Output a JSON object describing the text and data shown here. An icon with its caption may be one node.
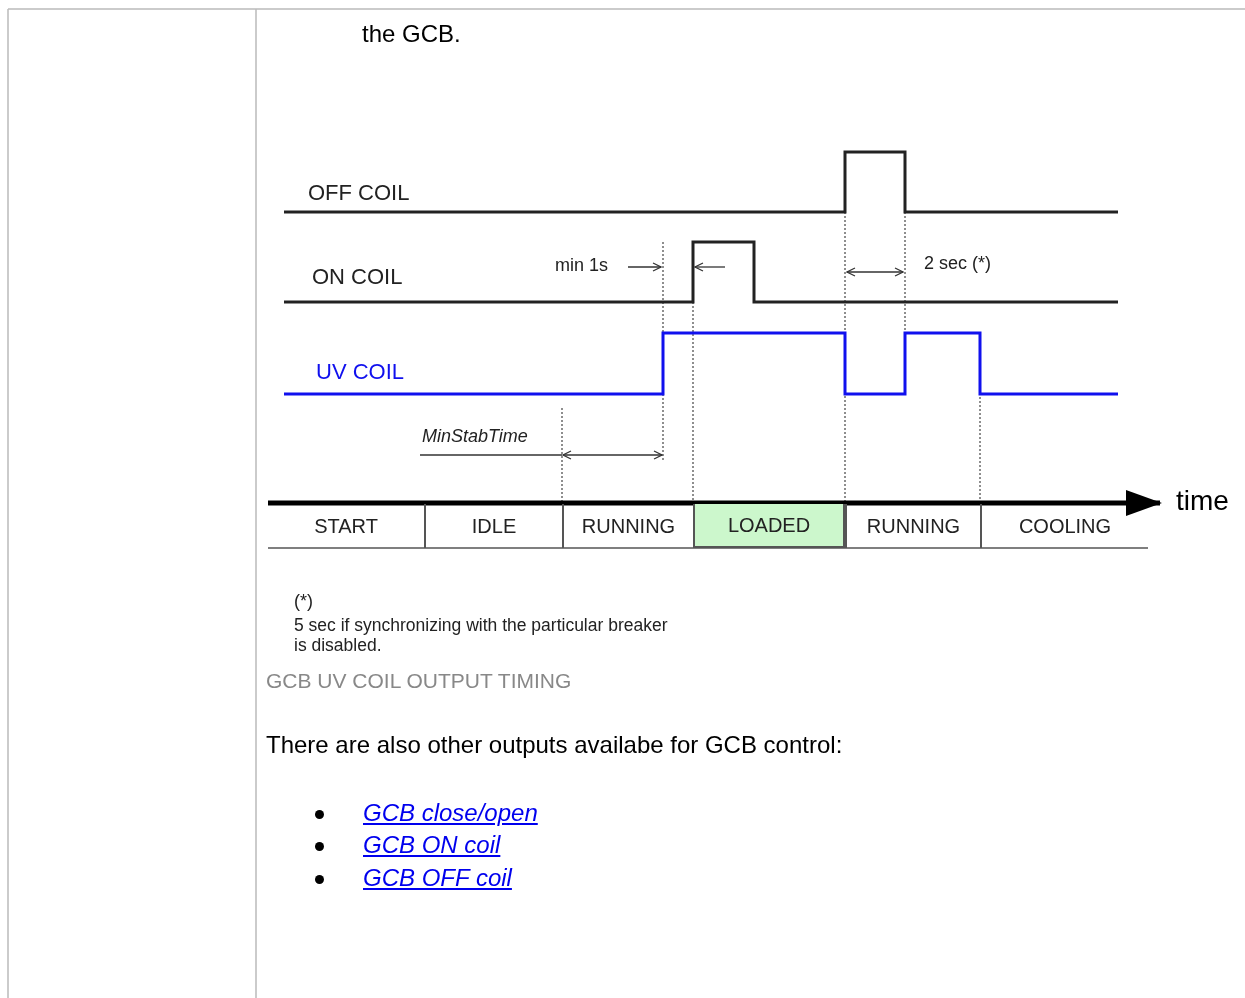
{
  "diagram": {
    "caption": "GCB UV COIL OUTPUT TIMING",
    "nodes": [
      {
        "text": [
          "START"
        ]
      },
      {
        "text": [
          "IDLE"
        ]
      },
      {
        "text": [
          "RUNNING"
        ]
      },
      {
        "text": [
          "LOADED"
        ]
      },
      {
        "text": [
          "RUNNING"
        ]
      },
      {
        "text": [
          "COOLING"
        ]
      }
    ],
    "edges": [],
    "labels": [
      "the GCB.",
      "OFF COIL",
      "min 1s",
      "2 sec (*)",
      "ON COIL",
      "UV COIL",
      "MinStabTime",
      "time",
      "(*)",
      "5 sec if synchronizing with the particular breaker is disabled.",
      "There are also other outputs availabe for GCB control:",
      "GCB close/open",
      "GCB ON coil",
      "GCB OFF coil"
    ]
  }
}
